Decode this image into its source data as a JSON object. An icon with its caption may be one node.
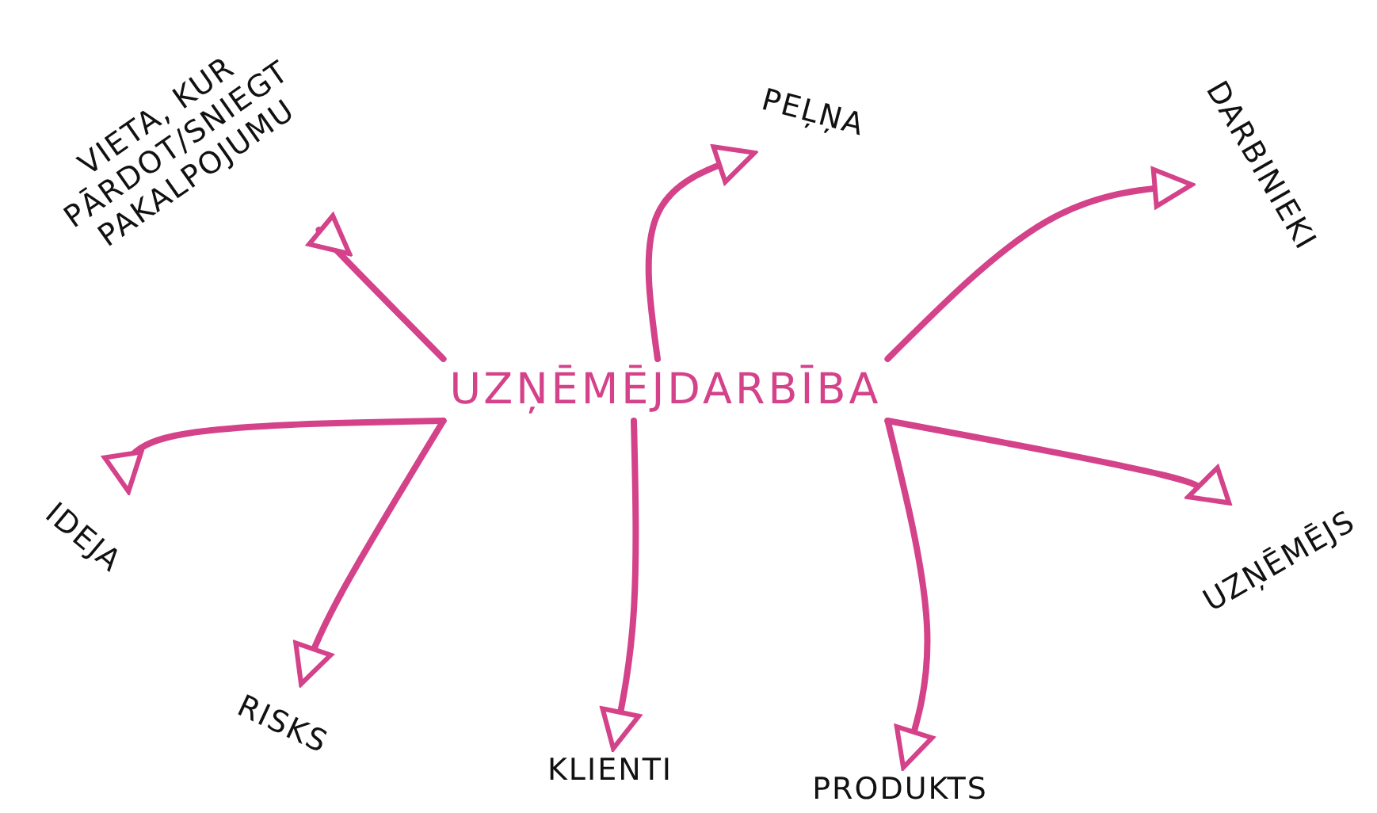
{
  "diagram": {
    "nodes": [
      {
        "text": [
          "UZŅĒMĒJDARBĪBA"
        ]
      },
      {
        "text": [
          "VIETA, KUR PĀRDOT/SNIEGT PAKALPOJUMU"
        ]
      },
      {
        "text": [
          "PEĻŅA"
        ]
      },
      {
        "text": [
          "DARBINIEKI"
        ]
      },
      {
        "text": [
          "UZŅĒMĒJS"
        ]
      },
      {
        "text": [
          "PRODUKTS"
        ]
      },
      {
        "text": [
          "KLIENTI"
        ]
      },
      {
        "text": [
          "RISKS"
        ]
      },
      {
        "text": [
          "IDEJA"
        ]
      }
    ],
    "edges": [
      {
        "from": 0,
        "to": 1,
        "arrow": "to"
      },
      {
        "from": 0,
        "to": 2,
        "arrow": "to"
      },
      {
        "from": 0,
        "to": 3,
        "arrow": "to"
      },
      {
        "from": 0,
        "to": 4,
        "arrow": "to"
      },
      {
        "from": 0,
        "to": 5,
        "arrow": "to"
      },
      {
        "from": 0,
        "to": 6,
        "arrow": "to"
      },
      {
        "from": 0,
        "to": 7,
        "arrow": "to"
      },
      {
        "from": 0,
        "to": 8,
        "arrow": "to"
      }
    ]
  }
}
